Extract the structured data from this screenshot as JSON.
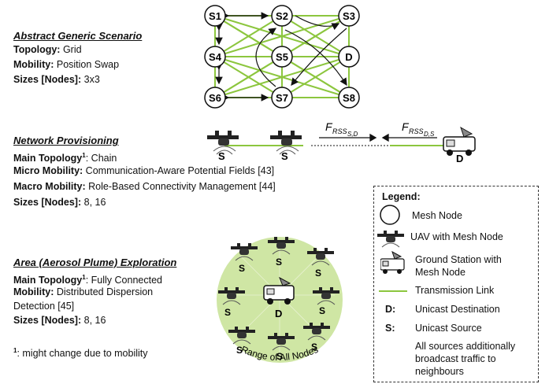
{
  "scenario": {
    "title": "Abstract Generic Scenario",
    "topology_label": "Topology:",
    "topology_value": " Grid",
    "mobility_label": "Mobility:",
    "mobility_value": " Position Swap",
    "sizes_label": "Sizes [Nodes]:",
    "sizes_value": "  3x3"
  },
  "grid_nodes": [
    "S1",
    "S2",
    "S3",
    "S4",
    "S5",
    "D",
    "S6",
    "S7",
    "S8"
  ],
  "provisioning": {
    "title": "Network Provisioning",
    "main_label": "Main Topology",
    "sup": "1",
    "main_value": ": Chain",
    "micro_label": "Micro Mobility:",
    "micro_value": " Communication-Aware Potential Fields [43]",
    "macro_label": "Macro Mobility:",
    "macro_value": " Role-Based Connectivity Management [44]",
    "sizes_label": "Sizes [Nodes]:",
    "sizes_value": " 8, 16",
    "force_sd": "F",
    "force_sd_sub": "RSS",
    "force_sd_subsub": "S,D",
    "force_ds": "F",
    "force_ds_sub": "RSS",
    "force_ds_subsub": "D,S",
    "node_s1": "S",
    "node_s2": "S",
    "node_d": "D"
  },
  "exploration": {
    "title": "Area (Aerosol Plume) Exploration",
    "main_label": "Main Topology",
    "sup": "1",
    "main_value": ": Fully Connected",
    "mobility_label": "Mobility:",
    "mobility_value": " Distributed Dispersion",
    "mobility_value2": "Detection [45]",
    "sizes_label": "Sizes [Nodes]:",
    "sizes_value": " 8, 16",
    "range_label": "Range of All Nodes",
    "node_labels": [
      "S",
      "S",
      "S",
      "S",
      "S",
      "S",
      "S",
      "S"
    ],
    "center_label": "D"
  },
  "footnote": {
    "sup": "1",
    "text": ": might change due to mobility"
  },
  "legend": {
    "title": "Legend:",
    "mesh_node": "Mesh Node",
    "uav": "UAV with Mesh Node",
    "ground1": "Ground Station with",
    "ground2": "Mesh Node",
    "link": "Transmission Link",
    "d_key": "D:",
    "d_text": "Unicast Destination",
    "s_key": "S:",
    "s_text": "Unicast Source",
    "note1": "All sources additionally",
    "note2": "broadcast traffic to",
    "note3": "neighbours"
  },
  "colors": {
    "link": "#8cc63e",
    "plume": "#cfe6a4",
    "arrow": "#111111"
  }
}
